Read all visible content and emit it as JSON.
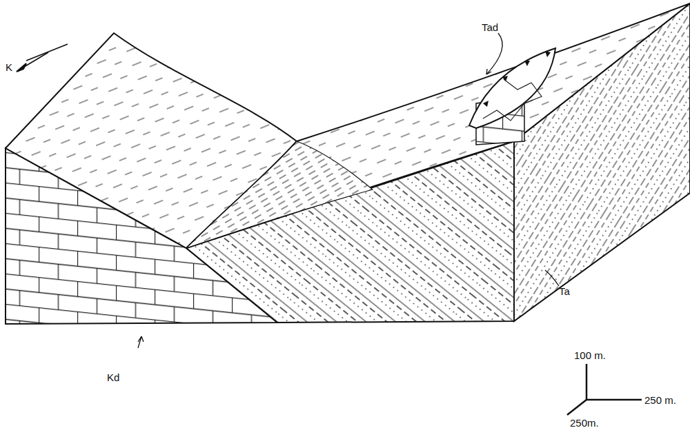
{
  "diagram": {
    "labels": [
      "K",
      "Tad",
      "Kd",
      "Ta",
      "100 m.",
      "250 m.",
      "250m."
    ]
  }
}
